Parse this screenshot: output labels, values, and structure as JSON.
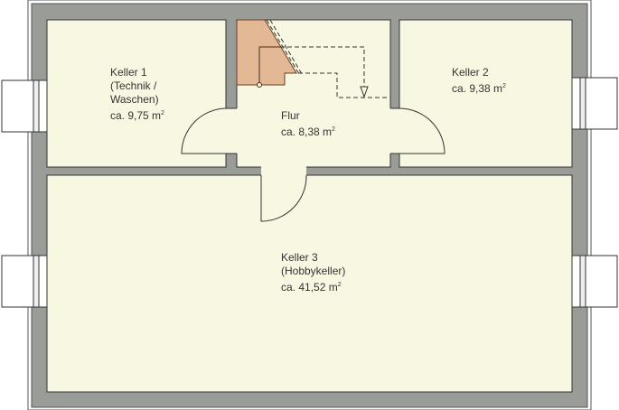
{
  "colors": {
    "wall": "#9a9c97",
    "floor": "#f8f8e2",
    "stair": "#e2b994",
    "line": "#333333"
  },
  "rooms": [
    {
      "name": "Keller 1",
      "sub": "(Technik /",
      "sub2": "Waschen)",
      "area": "ca. 9,75 m",
      "unit_sup": "2"
    },
    {
      "name": "Keller 2",
      "area": "ca. 9,38 m",
      "unit_sup": "2"
    },
    {
      "name": "Flur",
      "area": "ca. 8,38 m",
      "unit_sup": "2"
    },
    {
      "name": "Keller 3",
      "sub": "(Hobbykeller)",
      "area": "ca. 41,52 m",
      "unit_sup": "2"
    }
  ]
}
